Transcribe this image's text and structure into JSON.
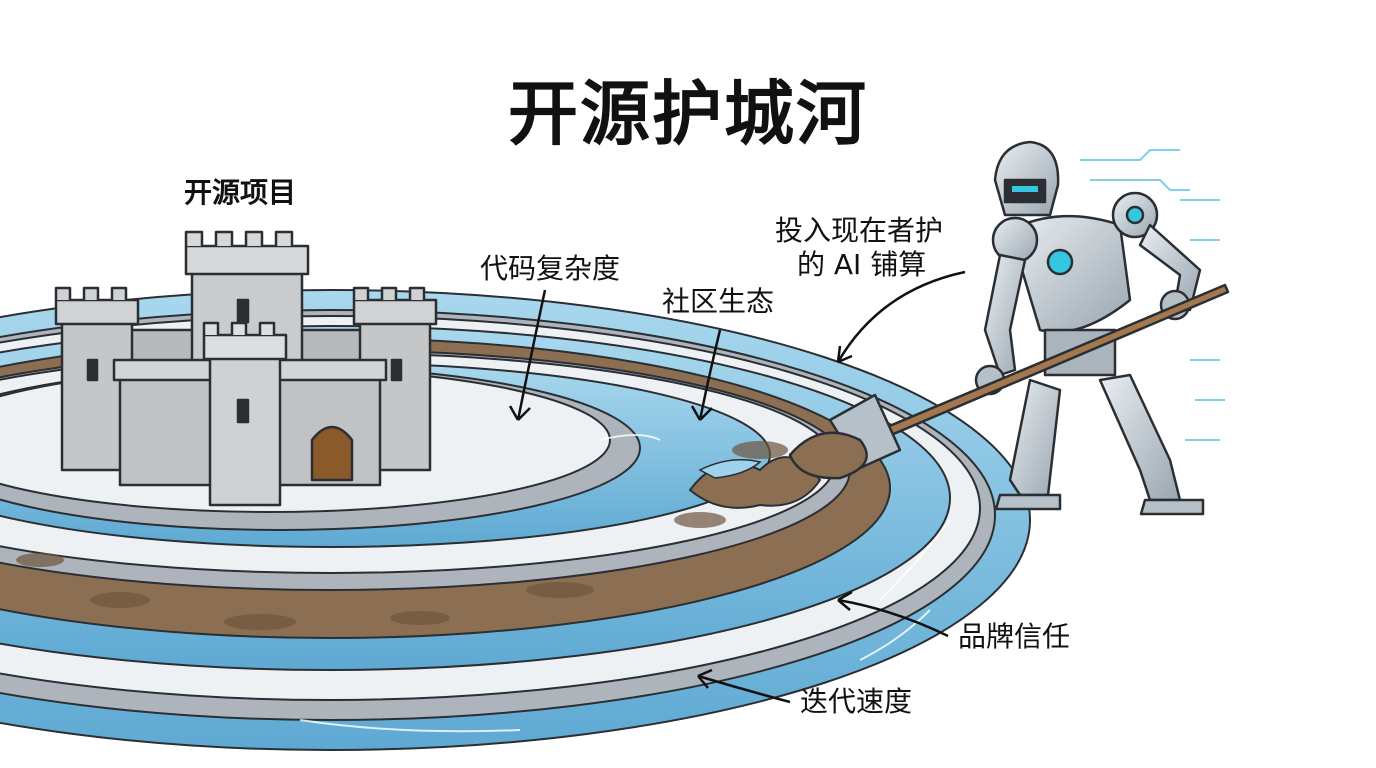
{
  "title": "开源护城河",
  "labels": {
    "project": "开源项目",
    "code_complexity": "代码复杂度",
    "community": "社区生态",
    "ai_line1": "投入现在者护",
    "ai_line2": "的 AI 铺算",
    "brand_trust": "品牌信任",
    "iteration_speed": "迭代速度"
  },
  "colors": {
    "water": "#7fc0e0",
    "water_light": "#bfe2f2",
    "ring_gray": "#aeb4bb",
    "ring_white": "#eef1f3",
    "mud": "#8c6e52",
    "stone": "#b7b9bb",
    "stone_dark": "#8f9396",
    "robot_metal": "#c9d1d8",
    "robot_glow": "#35c7e0",
    "outline": "#2b2f33"
  },
  "icons": [
    "castle-icon",
    "robot-icon",
    "shovel-icon",
    "arrow-icon"
  ]
}
